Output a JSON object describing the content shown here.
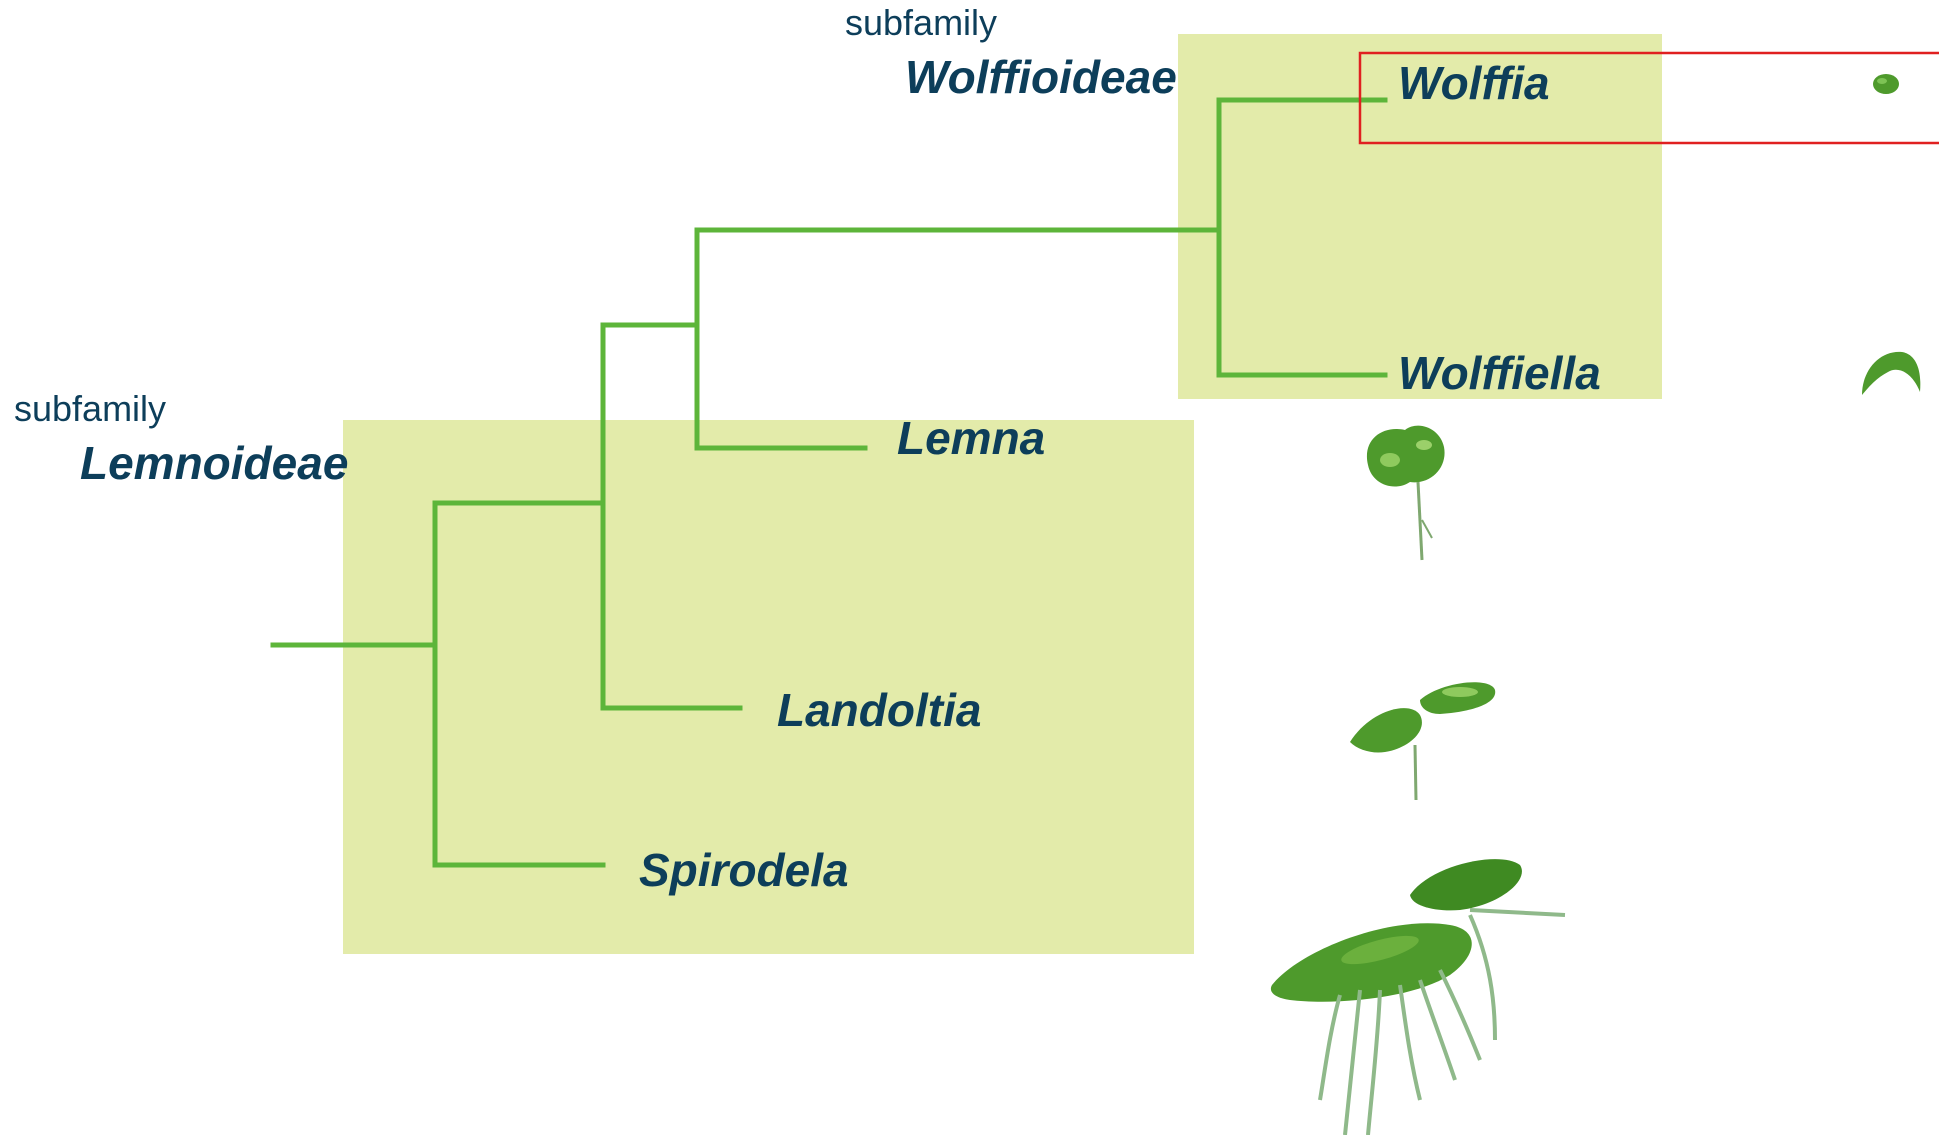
{
  "subfamilies": [
    {
      "prefix": "subfamily",
      "name": "Wolffioideae"
    },
    {
      "prefix": "subfamily",
      "name": "Lemnoideae"
    }
  ],
  "genera": {
    "wolffia": "Wolffia",
    "wolffiella": "Wolffiella",
    "lemna": "Lemna",
    "landoltia": "Landoltia",
    "spirodela": "Spirodela"
  },
  "colors": {
    "branch": "#5db53a",
    "clade_box": "#e3ebaa",
    "highlight": "#e02020",
    "text": "#0d3e5a",
    "frond": "#4e9a2c"
  },
  "icons": [
    "duckweed-frond-icon"
  ]
}
